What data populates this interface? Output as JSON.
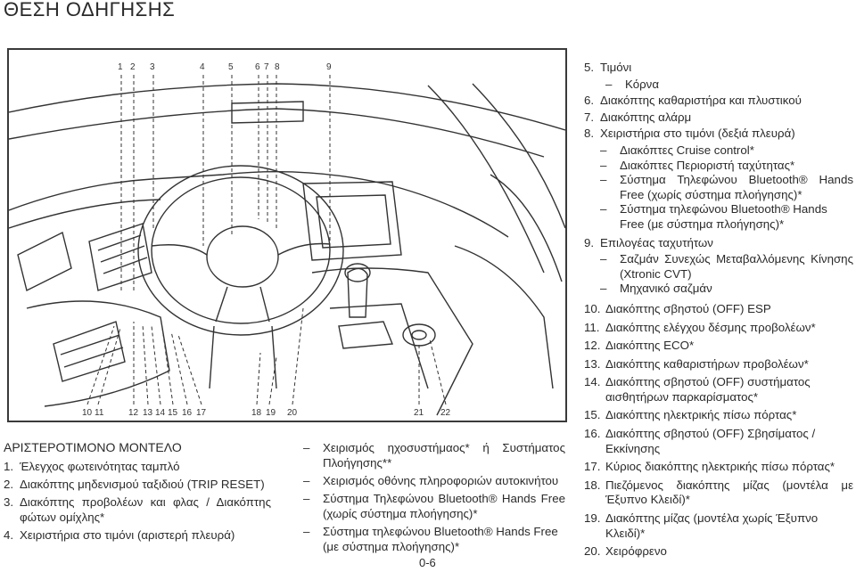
{
  "page_title": "ΘΕΣΗ ΟΔΗΓΗΣΗΣ",
  "figure": {
    "top_callouts": [
      "1",
      "2",
      "3",
      "4",
      "5",
      "6",
      "7",
      "8",
      "9"
    ],
    "bottom_callouts": [
      "10",
      "11",
      "12",
      "13",
      "14",
      "15",
      "16",
      "17",
      "18",
      "19",
      "20",
      "21",
      "22"
    ]
  },
  "left_column": {
    "heading": "ΑΡΙΣΤΕΡΟΤΙΜΟΝΟ ΜΟΝΤΕΛΟ",
    "items": [
      {
        "num": "1.",
        "text": "Έλεγχος φωτεινότητας ταμπλό"
      },
      {
        "num": "2.",
        "text": "Διακόπτης μηδενισμού ταξιδιού (TRIP RESET)"
      },
      {
        "num": "3.",
        "text": "Διακόπτης προβολέων και φλας / Διακόπτης φώτων ομίχλης*"
      },
      {
        "num": "4.",
        "text": "Χειριστήρια στο τιμόνι (αριστερή πλευρά)"
      }
    ]
  },
  "middle_column": {
    "items": [
      {
        "dash": "–",
        "text": "Χειρισμός ηχοσυστήμαος* ή Συστήματος Πλοήγησης**"
      },
      {
        "dash": "–",
        "text": "Χειρισμός οθόνης πληροφοριών αυτοκινήτου"
      },
      {
        "dash": "–",
        "text": "Σύστημα Τηλεφώνου Bluetooth® Hands Free (χωρίς σύστημα πλοήγησης)*"
      },
      {
        "dash": "–",
        "text": "Σύστημα τηλεφώνου Bluetooth® Hands Free (με σύστημα πλοήγησης)*"
      }
    ]
  },
  "right_column": {
    "items_top": [
      {
        "num": "5.",
        "text": "Τιμόνι"
      },
      {
        "dash": "–",
        "text": "Κόρνα"
      },
      {
        "num": "6.",
        "text": "Διακόπτης καθαριστήρα και πλυστικού"
      },
      {
        "num": "7.",
        "text": "Διακόπτης αλάρμ"
      },
      {
        "num": "8.",
        "text": "Χειριστήρια στο τιμόνι (δεξιά πλευρά)"
      }
    ],
    "item8_subs": [
      "Διακόπτες Cruise control*",
      "Διακόπτες Περιοριστή ταχύτητας*",
      "Σύστημα Τηλεφώνου Bluetooth® Hands Free (χωρίς σύστημα πλοήγησης)*",
      "Σύστημα τηλεφώνου Bluetooth® Hands Free (με σύστημα πλοήγησης)*"
    ],
    "item9": {
      "num": "9.",
      "text": "Επιλογέας ταχυτήτων"
    },
    "item9_subs": [
      "Σαζμάν Συνεχώς Μεταβαλλόμενης Κίνησης (Xtronic CVT)",
      "Μηχανικό σαζμάν"
    ],
    "items_bottom": [
      {
        "num": "10.",
        "text": "Διακόπτης σβηστού (OFF) ESP"
      },
      {
        "num": "11.",
        "text": "Διακόπτης ελέγχου δέσμης προβολέων*"
      },
      {
        "num": "12.",
        "text": "Διακόπτης ECO*"
      },
      {
        "num": "13.",
        "text": "Διακόπτης καθαριστήρων προβολέων*"
      },
      {
        "num": "14.",
        "text": "Διακόπτης σβηστού (OFF) συστήματος αισθητήρων παρκαρίσματος*"
      },
      {
        "num": "15.",
        "text": "Διακόπτης ηλεκτρικής πίσω πόρτας*"
      },
      {
        "num": "16.",
        "text": "Διακόπτης σβηστού (OFF) Σβησίματος / Εκκίνησης"
      },
      {
        "num": "17.",
        "text": "Κύριος διακόπτης ηλεκτρικής πίσω πόρτας*"
      },
      {
        "num": "18.",
        "text": "Πιεζόμενος διακόπτης μίζας (μοντέλα με Έξυπνο Κλειδί)*"
      },
      {
        "num": "19.",
        "text": "Διακόπτης μίζας (μοντέλα χωρίς Έξυπνο Κλειδί)*"
      },
      {
        "num": "20.",
        "text": "Χειρόφρενο"
      }
    ]
  },
  "page_number": "0-6"
}
